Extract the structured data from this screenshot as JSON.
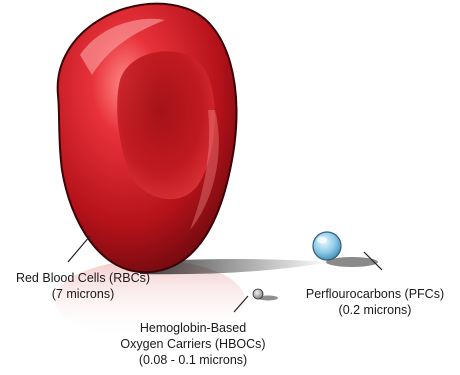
{
  "labels": {
    "rbc": {
      "name": "Red Blood Cells (RBCs)",
      "size": "(7 microns)"
    },
    "hboc": {
      "name_line1": "Hemoglobin-Based",
      "name_line2": "Oxygen Carriers (HBOCs)",
      "size": "(0.08 - 0.1 microns)"
    },
    "pfc": {
      "name": "Perflourocarbons (PFCs)",
      "size": "(0.2 microns)"
    }
  },
  "colors": {
    "rbc_red": "#c8161d",
    "rbc_highlight": "#ff6a6a",
    "pfc_blue": "#8ecbe8",
    "hboc_gray": "#9a9a9a"
  }
}
